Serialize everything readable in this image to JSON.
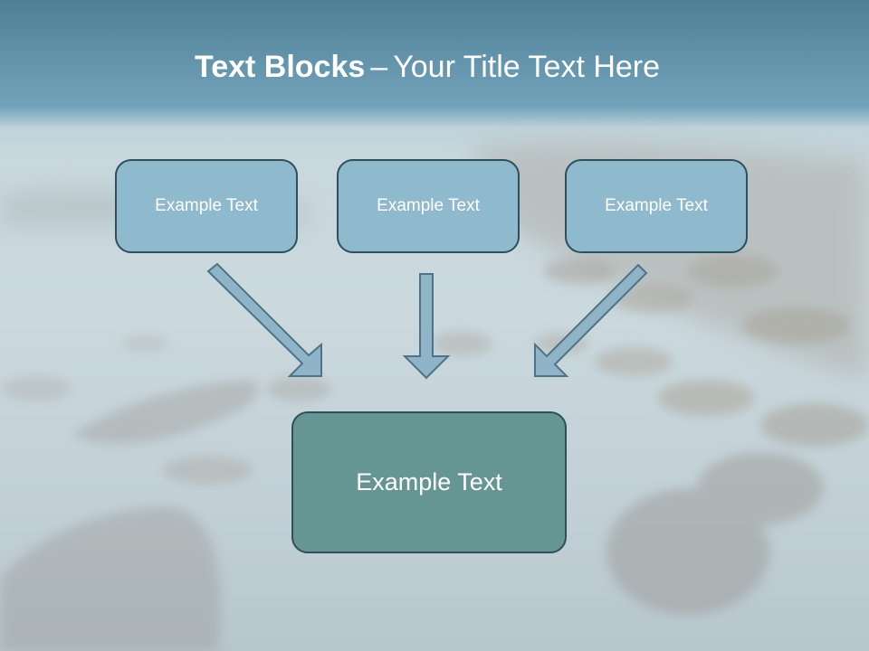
{
  "slide": {
    "title_bold": "Text Blocks",
    "title_separator": "–",
    "title_rest": "Your Title Text Here"
  },
  "diagram": {
    "top_boxes": [
      {
        "label": "Example Text"
      },
      {
        "label": "Example Text"
      },
      {
        "label": "Example Text"
      }
    ],
    "bottom_box": {
      "label": "Example Text"
    }
  },
  "colors": {
    "top_box_fill": "#8fb9cc",
    "bottom_box_fill": "#659694",
    "box_border": "#2f4f5c",
    "arrow_fill": "#8fb4c8",
    "arrow_stroke": "#4f7385",
    "text": "#ffffff"
  }
}
